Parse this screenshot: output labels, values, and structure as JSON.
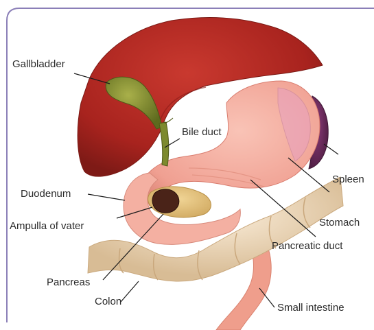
{
  "labels": {
    "gallbladder": "Gallbladder",
    "bile_duct": "Bile duct",
    "duodenum": "Duodenum",
    "ampulla": "Ampulla of vater",
    "pancreas": "Pancreas",
    "colon": "Colon",
    "spleen": "Spleen",
    "stomach": "Stomach",
    "pancreatic_duct": "Pancreatic duct",
    "small_intestine": "Small intestine"
  },
  "colors": {
    "frame": "#8b7fb8",
    "liver": "#b22a24",
    "liver_dark": "#8a1b17",
    "gallbladder": "#7d8a2e",
    "stomach": "#f2a79a",
    "stomach_inner": "#e98e82",
    "duodenum": "#f4b0a2",
    "pancreas": "#e4c27a",
    "ampulla": "#4a2318",
    "colon": "#f0dcc0",
    "colon_shade": "#d9bf9a",
    "spleen": "#6a2a5a",
    "small_intestine": "#f0a08e",
    "leader": "#1a1a1a"
  }
}
